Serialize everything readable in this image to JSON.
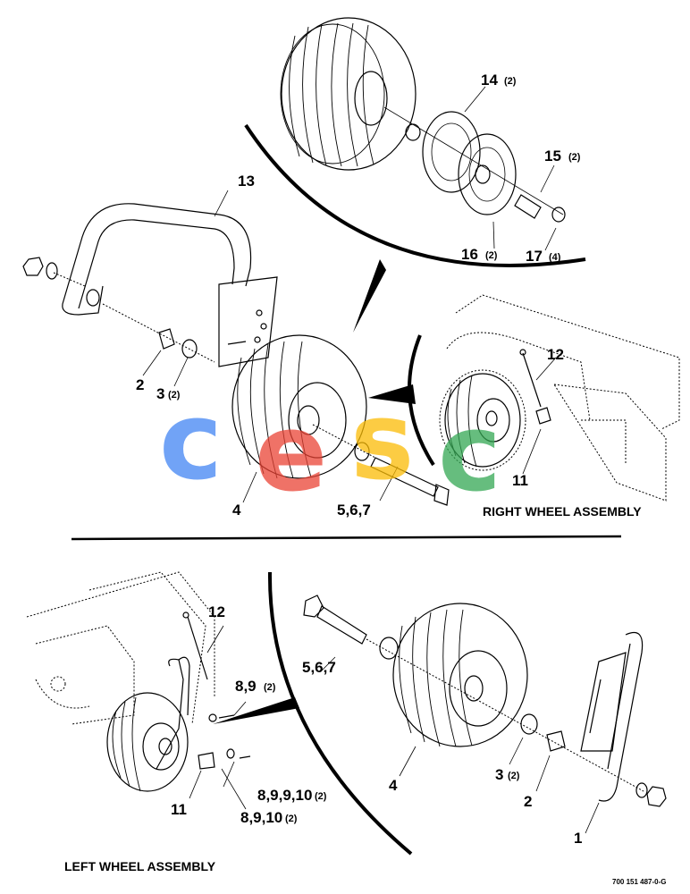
{
  "captions": {
    "right_assembly": "RIGHT WHEEL ASSEMBLY",
    "left_assembly": "LEFT WHEEL ASSEMBLY",
    "figure_number": "700 151 487-0-G"
  },
  "callouts": {
    "c1": "1",
    "c2_upper": "2",
    "c2_lower": "2",
    "c3_upper": "3",
    "c3_upper_qty": "(2)",
    "c3_lower": "3",
    "c3_lower_qty": "(2)",
    "c4_upper": "4",
    "c4_lower": "4",
    "c567_upper": "5,6,7",
    "c567_lower": "5,6,7",
    "c89": "8,9",
    "c89_qty": "(2)",
    "c89910": "8,9,9,10",
    "c89910_qty": "(2)",
    "c8910": "8,9,10",
    "c8910_qty": "(2)",
    "c11_upper": "11",
    "c11_lower": "11",
    "c12_upper": "12",
    "c12_lower": "12",
    "c13": "13",
    "c14": "14",
    "c14_qty": "(2)",
    "c15": "15",
    "c15_qty": "(2)",
    "c16": "16",
    "c16_qty": "(2)",
    "c17": "17",
    "c17_qty": "(4)"
  },
  "watermark": {
    "letters": [
      "c",
      "e",
      "s",
      "c"
    ],
    "colors": [
      "#4285F4",
      "#EA4335",
      "#FBBC05",
      "#34A853"
    ]
  }
}
